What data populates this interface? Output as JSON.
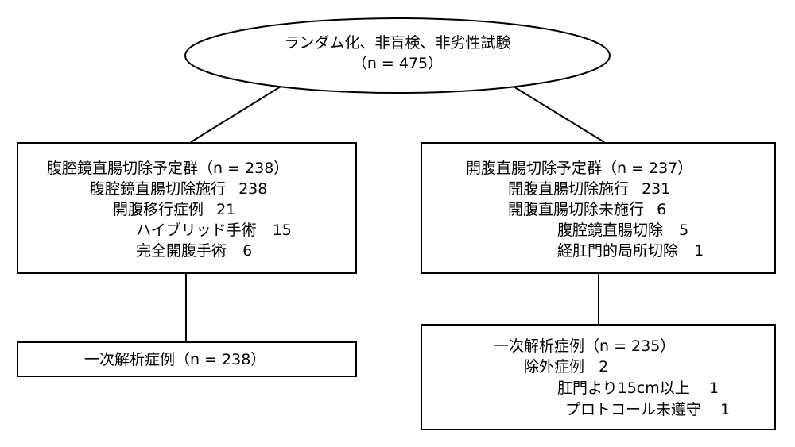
{
  "root": {
    "line1": "ランダム化、非盲検、非劣性試験",
    "line2": "（n = 475）"
  },
  "left_arm": {
    "title": "腹腔鏡直腸切除予定群（n = 238）",
    "items": [
      {
        "label": "腹腔鏡直腸切除施行",
        "count": "238"
      },
      {
        "label": "開腹移行症例",
        "count": "21"
      },
      {
        "label": "ハイブリッド手術",
        "count": "15"
      },
      {
        "label": "完全開腹手術",
        "count": "6"
      }
    ],
    "analysis": {
      "title": "一次解析症例（n = 238）"
    }
  },
  "right_arm": {
    "title": "開腹直腸切除予定群（n = 237）",
    "items": [
      {
        "label": "開腹直腸切除施行",
        "count": "231"
      },
      {
        "label": "開腹直腸切除未施行",
        "count": "6"
      },
      {
        "label": "腹腔鏡直腸切除",
        "count": "5"
      },
      {
        "label": "経肛門的局所切除",
        "count": "1"
      }
    ],
    "analysis": {
      "title": "一次解析症例（n = 235）",
      "excluded": {
        "label": "除外症例",
        "count": "2"
      },
      "reasons": [
        {
          "label": "肛門より15cm以上",
          "count": "1"
        },
        {
          "label": "プロトコール未遵守",
          "count": "1"
        }
      ]
    }
  }
}
